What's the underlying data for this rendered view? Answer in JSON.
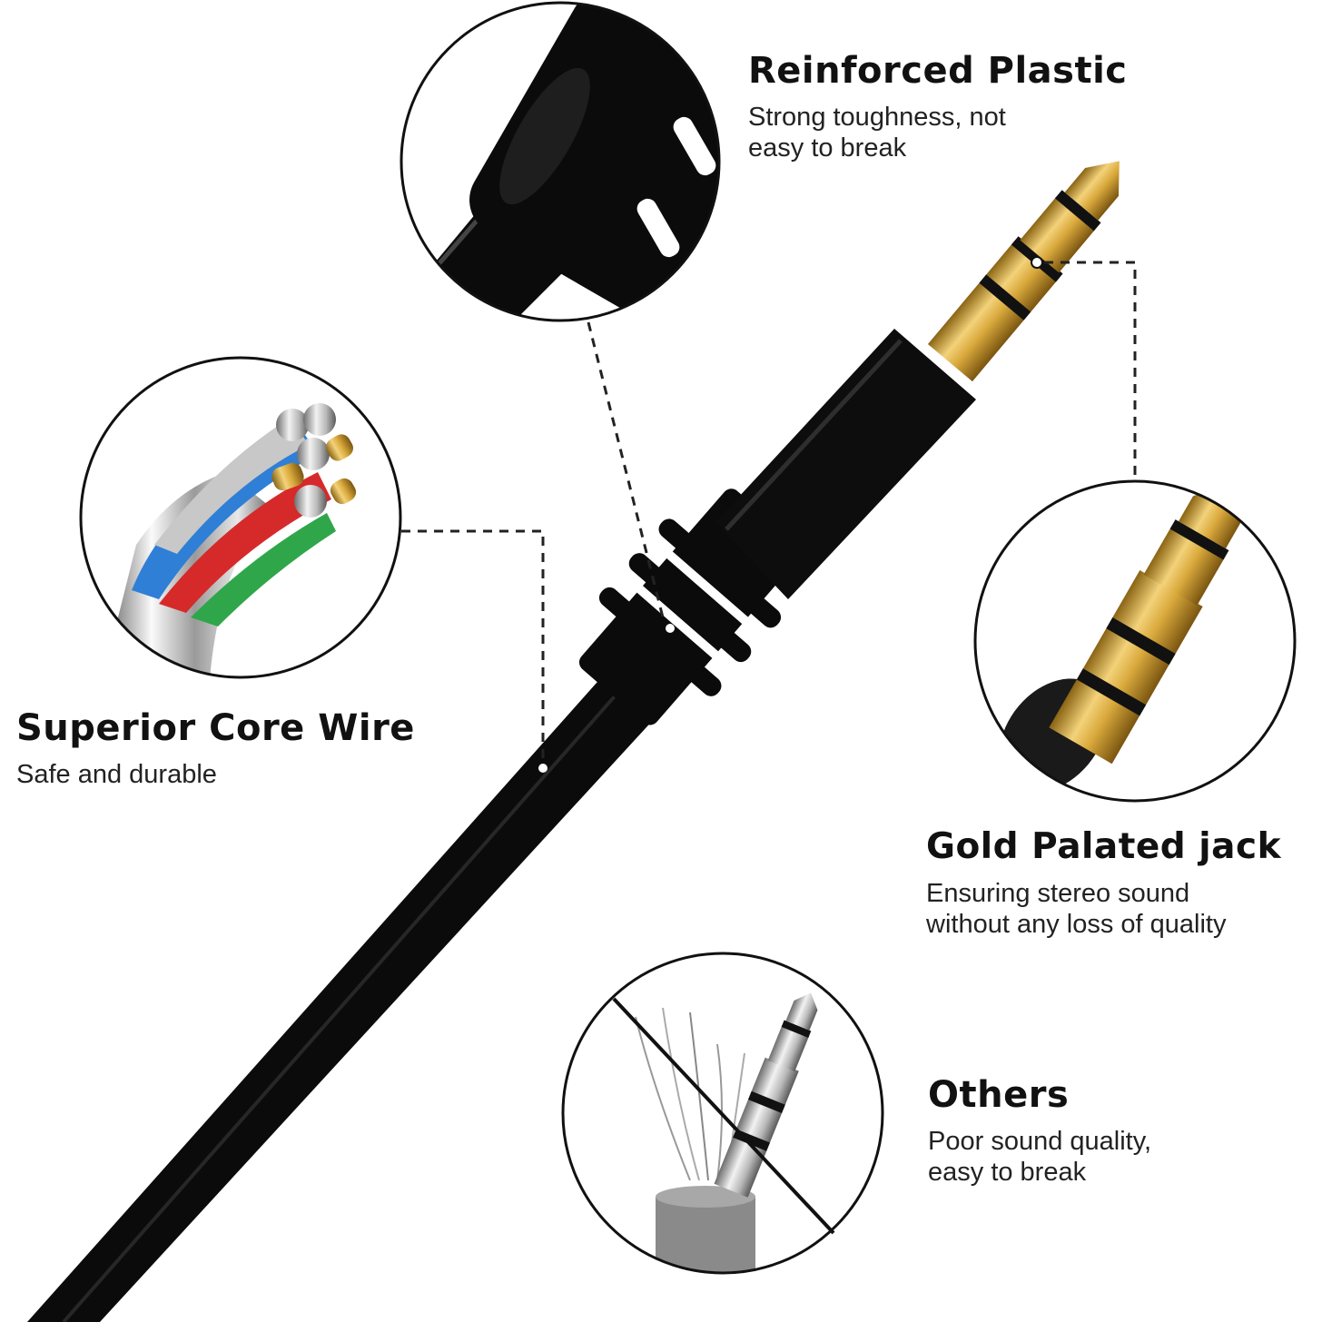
{
  "features": {
    "plastic": {
      "title": "Reinforced Plastic",
      "desc": "Strong toughness, not\neasy to break"
    },
    "core": {
      "title": "Superior Core Wire",
      "desc": "Safe and durable"
    },
    "jack": {
      "title": "Gold Palated jack",
      "desc": "Ensuring stereo sound\nwithout any loss of quality"
    },
    "others": {
      "title": "Others",
      "desc": "Poor sound quality,\neasy to break"
    }
  },
  "colors": {
    "cable": "#0b0b0b",
    "gold": "#d9a93c",
    "silver": "#b8b8b8",
    "insulation_blue": "#2f7fd6",
    "insulation_red": "#d62a2a",
    "insulation_green": "#2fa64a"
  },
  "icons": [
    "plastic-strain-relief",
    "core-wire-strands",
    "gold-jack",
    "cheap-jack-crossed"
  ]
}
